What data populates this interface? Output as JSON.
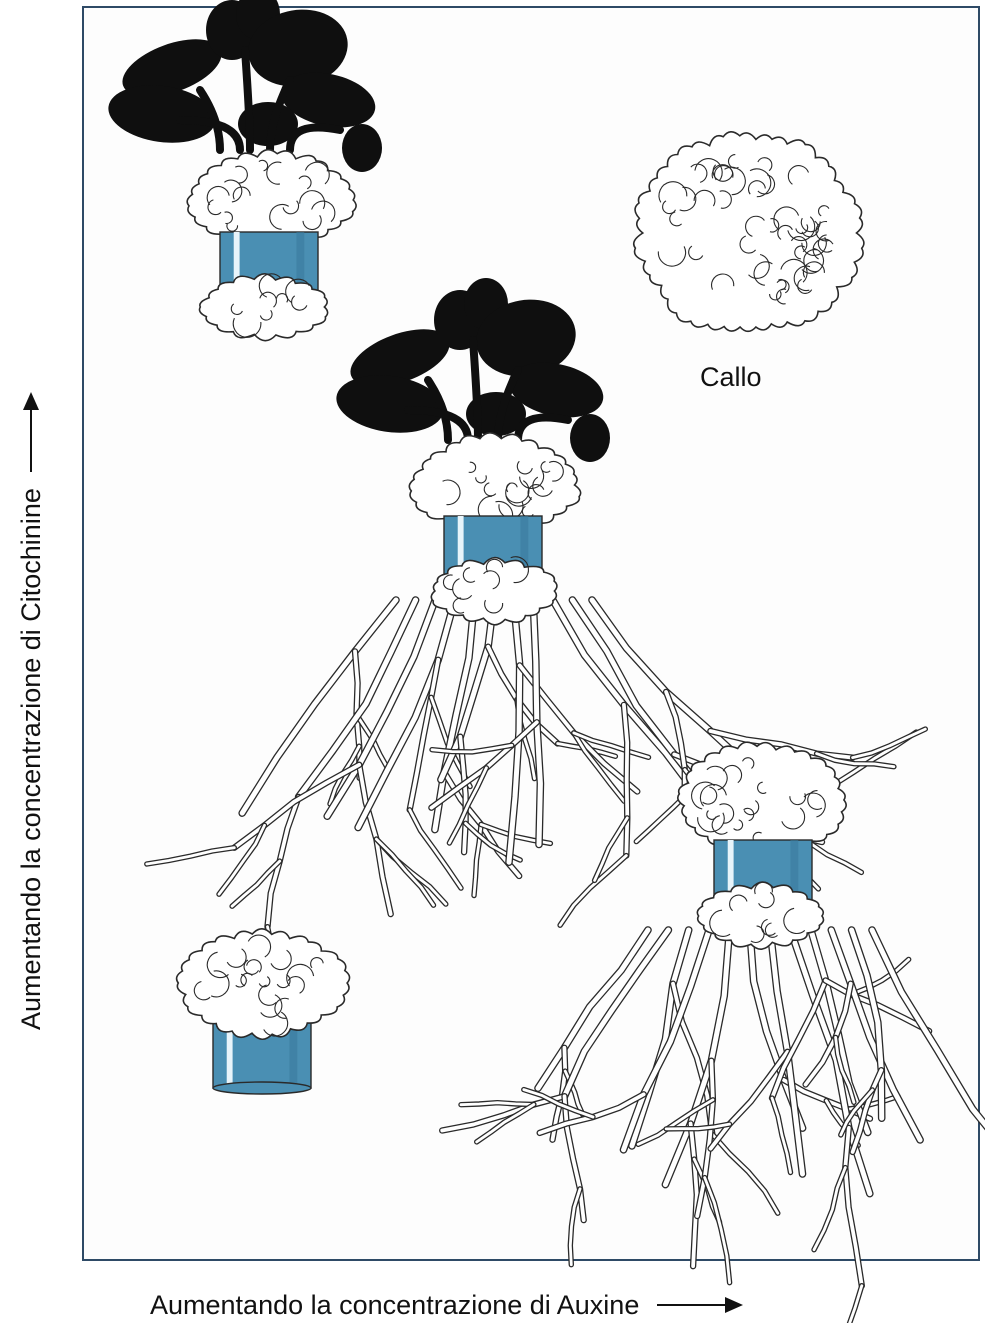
{
  "labels": {
    "callo": "Callo",
    "x_axis": "Aumentando la concentrazione di Auxine",
    "y_axis": "Aumentando la concentrazione di Citochinine"
  },
  "colors": {
    "explant": "#4a8fb3",
    "explant_highlight": "#e8f4fa",
    "leaf": "#0f0f0f",
    "outline": "#2a2a2a",
    "frame": "#2e4a66"
  },
  "cultures": [
    {
      "id": "high-cytokinin-low-auxin",
      "outcome": "shoots",
      "has_leaves": true,
      "has_roots": false
    },
    {
      "id": "balanced",
      "outcome": "shoots-and-roots",
      "has_leaves": true,
      "has_roots": true
    },
    {
      "id": "undifferentiated",
      "outcome": "callus",
      "has_leaves": false,
      "has_roots": false
    },
    {
      "id": "high-auxin",
      "outcome": "roots",
      "has_leaves": false,
      "has_roots": true
    },
    {
      "id": "low-both",
      "outcome": "minimal-callus",
      "has_leaves": false,
      "has_roots": false
    }
  ]
}
